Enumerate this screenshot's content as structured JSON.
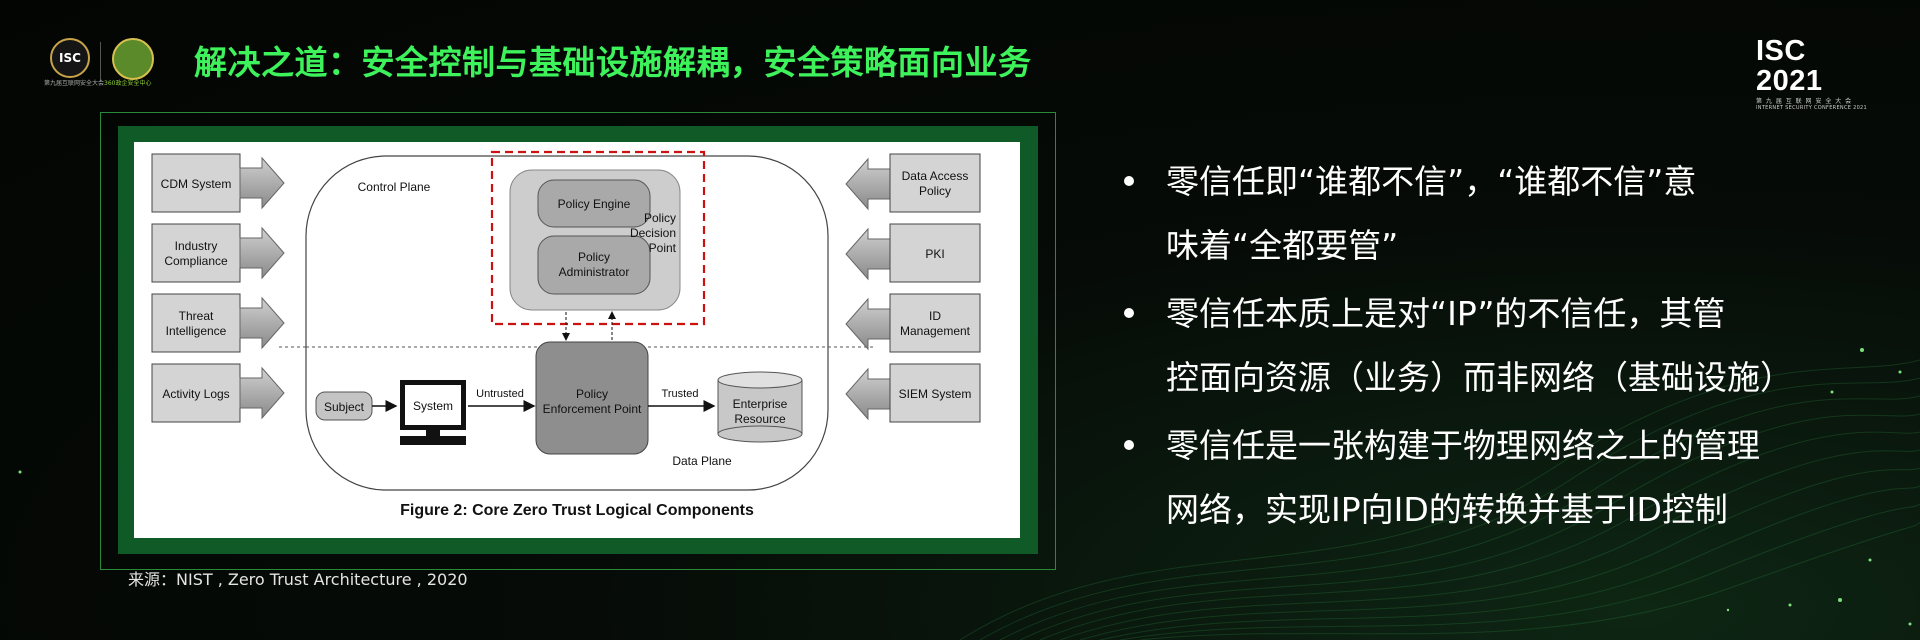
{
  "header": {
    "title": "解决之道：安全控制与基础设施解耦，安全策略面向业务",
    "left_logo": {
      "badge_text": "ISC",
      "caption_left": "第九届互联网安全大会",
      "caption_right": "360政企安全中心",
      "icons": [
        "isc-logo-icon",
        "emblem-icon"
      ]
    },
    "right_logo": {
      "brand": "ISC 2021",
      "subtitle_cn": "第 九 届 互 联 网 安 全 大 会",
      "subtitle_en": "INTERNET SECURITY CONFERENCE 2021"
    }
  },
  "figure": {
    "caption": "Figure 2: Core Zero Trust Logical Components",
    "control_plane_label": "Control Plane",
    "data_plane_label": "Data Plane",
    "policy_engine": "Policy Engine",
    "policy_admin_lines": [
      "Policy",
      "Administrator"
    ],
    "pdp_lines": [
      "Policy",
      "Decision",
      "Point"
    ],
    "pep_lines": [
      "Policy",
      "Enforcement Point"
    ],
    "subject": "Subject",
    "system": "System",
    "untrusted": "Untrusted",
    "trusted": "Trusted",
    "resource_lines": [
      "Enterprise",
      "Resource"
    ],
    "left_inputs": [
      {
        "lines": [
          "CDM System"
        ]
      },
      {
        "lines": [
          "Industry",
          "Compliance"
        ]
      },
      {
        "lines": [
          "Threat",
          "Intelligence"
        ]
      },
      {
        "lines": [
          "Activity Logs"
        ]
      }
    ],
    "right_inputs": [
      {
        "lines": [
          "Data Access",
          "Policy"
        ]
      },
      {
        "lines": [
          "PKI"
        ]
      },
      {
        "lines": [
          "ID",
          "Management"
        ]
      },
      {
        "lines": [
          "SIEM System"
        ]
      }
    ]
  },
  "source_note": "来源：NIST , Zero Trust Architecture , 2020",
  "bullets": [
    {
      "lines": [
        "零信任即“谁都不信”，“谁都不信”意",
        "味着“全都要管”"
      ]
    },
    {
      "lines": [
        "零信任本质上是对“IP”的不信任，其管",
        "控面向资源（业务）而非网络（基础设施）"
      ]
    },
    {
      "lines": [
        "零信任是一张构建于物理网络之上的管理",
        "网络，实现IP向ID的转换并基于ID控制"
      ]
    }
  ],
  "colors": {
    "title": "#3df25a",
    "frame_green": "#0f5a26",
    "dashed_red": "#cc1111"
  }
}
